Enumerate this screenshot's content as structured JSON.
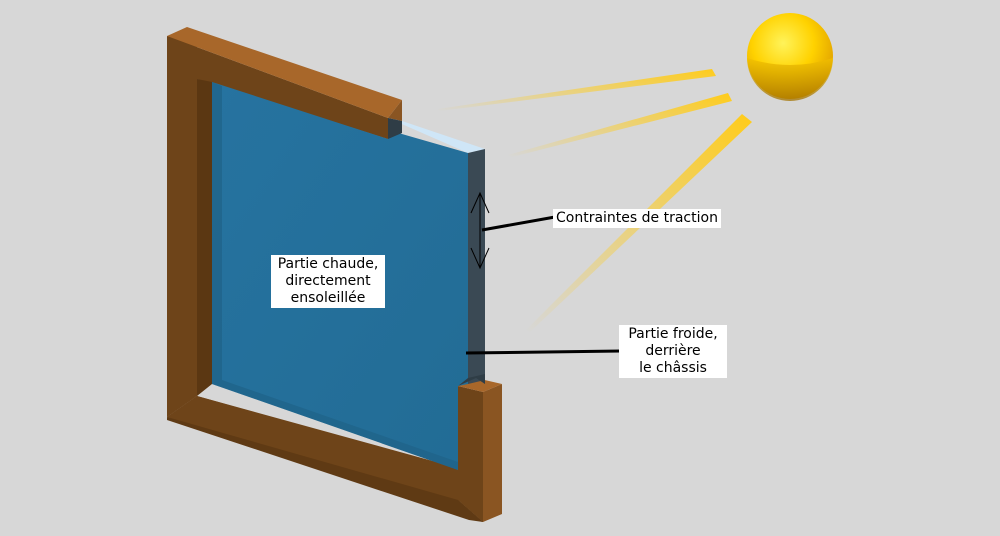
{
  "labels": {
    "hot_part": "Partie chaude,\ndirectement\nensoleillée",
    "tensile_stress": "Contraintes de traction",
    "cold_part": "Partie froide,\nderrière\nle châssis"
  },
  "colors": {
    "background": "#d7d7d7",
    "frame_front": "#6e4419",
    "frame_top": "#a8672a",
    "glass": "#24719c",
    "glass_edge": "#3a4954",
    "sun": "#ffd000",
    "sun_ray": "#ffcc22",
    "leader_line": "#000000"
  }
}
